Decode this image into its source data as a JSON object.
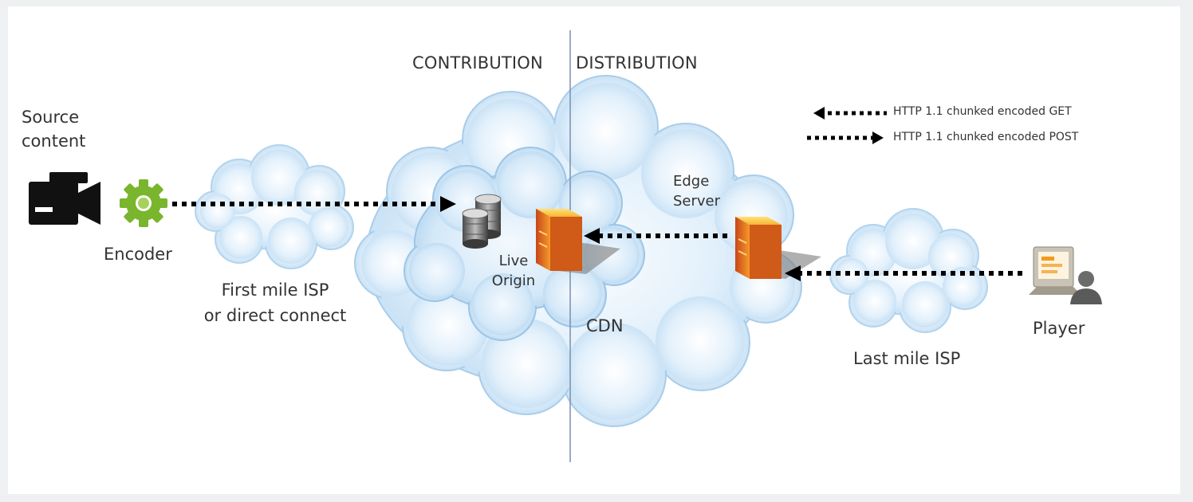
{
  "header": {
    "contribution": "CONTRIBUTION",
    "distribution": "DISTRIBUTION"
  },
  "legend": {
    "get": "HTTP 1.1 chunked encoded GET",
    "post": "HTTP 1.1 chunked encoded POST"
  },
  "nodes": {
    "source_line1": "Source",
    "source_line2": "content",
    "encoder": "Encoder",
    "first_mile_line1": "First mile ISP",
    "first_mile_line2": "or direct connect",
    "live_origin_line1": "Live",
    "live_origin_line2": "Origin",
    "edge_server_line1": "Edge",
    "edge_server_line2": "Server",
    "cdn": "CDN",
    "last_mile": "Last mile ISP",
    "player": "Player"
  },
  "icons": {
    "camera": "video-camera-icon",
    "encoder": "gear-icon",
    "storage": "database-icon",
    "server": "server-icon",
    "player": "player-monitor-icon"
  },
  "colors": {
    "cloud_fill": "#cfe6f8",
    "cloud_edge": "#a9cdea",
    "arrow": "#000000",
    "divider": "#7a8fb0",
    "encoder_green": "#7ab52e",
    "server_orange": "#f28c1a"
  }
}
